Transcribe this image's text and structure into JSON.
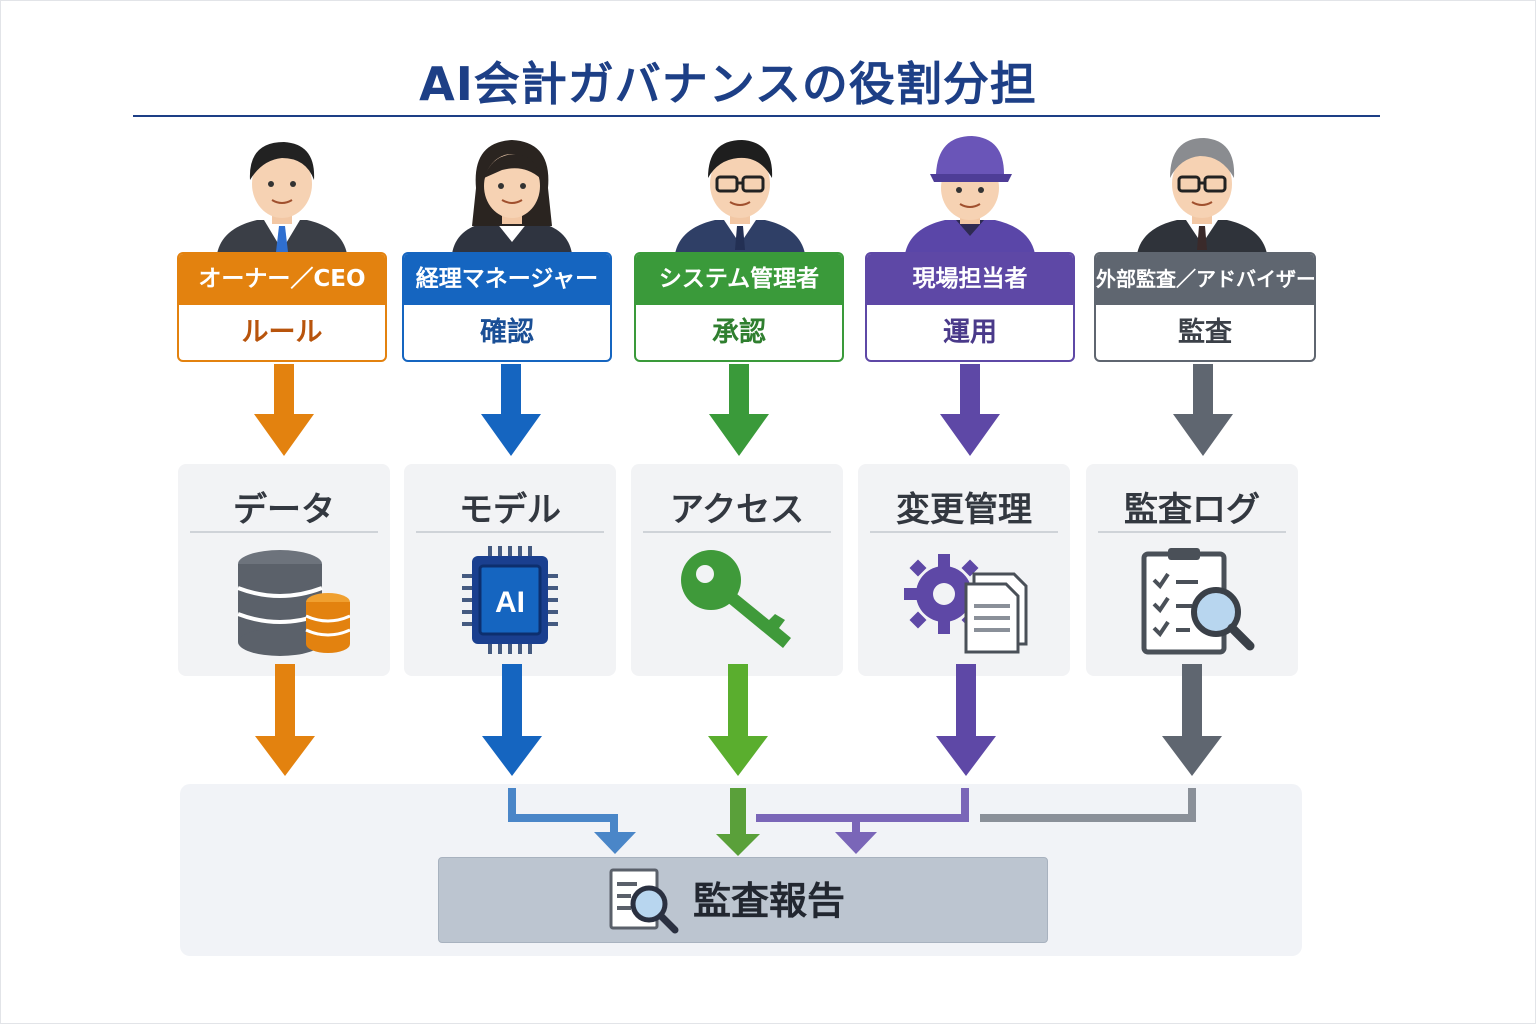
{
  "title": "AI会計ガバナンスの役割分担",
  "roles": [
    {
      "name": "オーナー／CEO",
      "duty": "ルール",
      "color": "#e3820f",
      "duty_color": "#b8540c"
    },
    {
      "name": "経理マネージャー",
      "duty": "確認",
      "color": "#1565c0",
      "duty_color": "#1a4f96"
    },
    {
      "name": "システム管理者",
      "duty": "承認",
      "color": "#3a9a3a",
      "duty_color": "#2f7f2f"
    },
    {
      "name": "現場担当者",
      "duty": "運用",
      "color": "#5e48a6",
      "duty_color": "#4a3a8a"
    },
    {
      "name": "外部監査／アドバイザー",
      "duty": "監査",
      "color": "#5f6670",
      "duty_color": "#3b4048"
    }
  ],
  "domains": [
    {
      "label": "データ",
      "icon": "database-icon"
    },
    {
      "label": "モデル",
      "icon": "ai-chip-icon"
    },
    {
      "label": "アクセス",
      "icon": "key-icon"
    },
    {
      "label": "変更管理",
      "icon": "gear-document-icon"
    },
    {
      "label": "監査ログ",
      "icon": "clipboard-search-icon"
    }
  ],
  "chip_text": "AI",
  "report": {
    "label": "監査報告",
    "icon": "report-search-icon"
  }
}
